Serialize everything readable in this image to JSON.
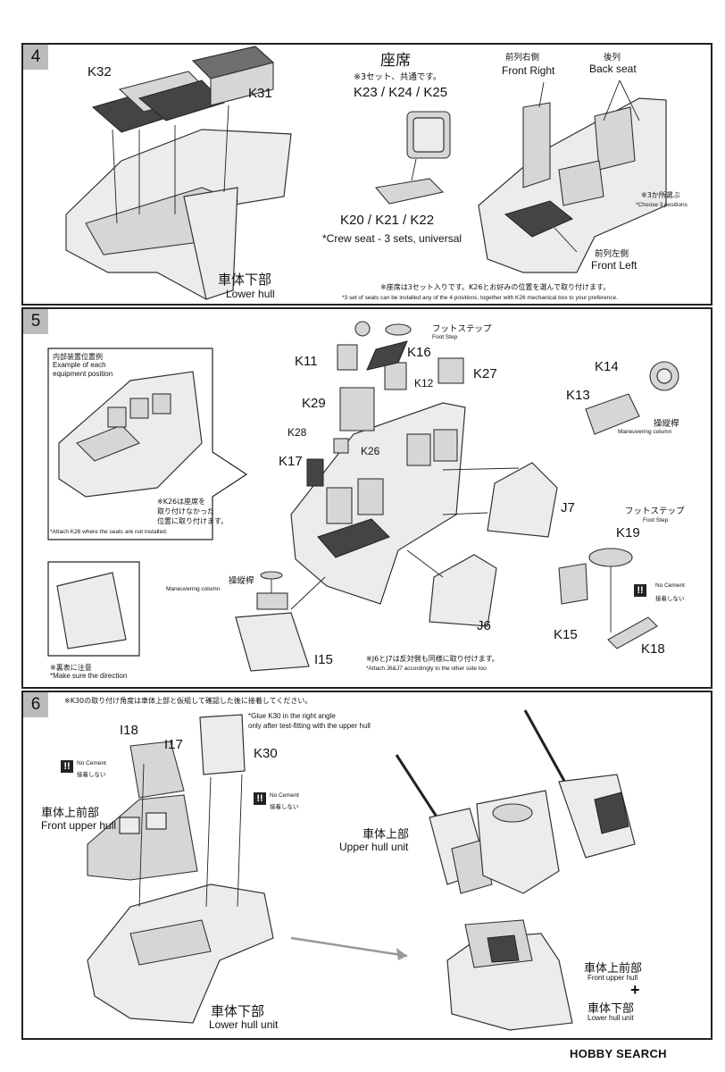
{
  "step4": {
    "number": "4",
    "parts": {
      "k32": "K32",
      "k31": "K31",
      "seat_parts_top": "K23 / K24 / K25",
      "seat_parts_bottom": "K20 / K21 / K22"
    },
    "seat_title_jp": "座席",
    "seat_note_jp": "※3セット、共通です。",
    "crew_seat_en": "*Crew seat - 3 sets, universal",
    "front_right_jp": "前列右側",
    "front_right_en": "Front Right",
    "back_seat_jp": "後列",
    "back_seat_en": "Back seat",
    "choose_jp": "※3か所選ぶ",
    "choose_en": "*Choose 3 positions",
    "front_left_jp": "前列左側",
    "front_left_en": "Front Left",
    "lower_hull_jp": "車体下部",
    "lower_hull_en": "Lower hull",
    "note_jp": "※座席は3セット入りです。K26とお好みの位置を選んで取り付けます。",
    "note_en": "*3 set of seats can be installed any of the 4 positions, together with K26 mechanical box to your preference."
  },
  "step5": {
    "number": "5",
    "inset_title_jp": "内部装置位置例",
    "inset_title_en1": "Example of each",
    "inset_title_en2": "equipment position",
    "k26_note_jp1": "※K26は座席を",
    "k26_note_jp2": "取り付けなかった",
    "k26_note_jp3": "位置に取り付けます。",
    "k26_note_en": "*Attach K26 where the seats are not installed.",
    "direction_jp": "※裏表に注意",
    "direction_en": "*Make sure the direction",
    "foot_step_jp": "フットステップ",
    "foot_step_en": "Foot Step",
    "maneuver_jp": "操縦桿",
    "maneuver_en": "Maneuvering column",
    "no_cement_en": "No Cement",
    "no_cement_jp": "接着しない",
    "mirror_note_jp": "※J6とJ7は反対側も同様に取り付けます。",
    "mirror_note_en": "*Attach J6&J7 accordingly to the other side too",
    "parts": {
      "k16": "K16",
      "k11": "K11",
      "k27": "K27",
      "k12": "K12",
      "k29": "K29",
      "k28": "K28",
      "k26": "K26",
      "k17": "K17",
      "j7": "J7",
      "j6": "J6",
      "i15": "I15",
      "k14": "K14",
      "k13": "K13",
      "k19": "K19",
      "k15": "K15",
      "k18": "K18"
    }
  },
  "step6": {
    "number": "6",
    "note_jp": "※K30の取り付け角度は車体上部と仮組して確認した後に接着してください。",
    "note_en1": "*Glue K30 in the right angle",
    "note_en2": "only after test-fitting with the upper hull",
    "parts": {
      "i18": "I18",
      "i17": "I17",
      "k30": "K30"
    },
    "no_cement_en": "No Cement",
    "no_cement_jp": "接着しない",
    "front_upper_jp": "車体上前部",
    "front_upper_en": "Front upper hull",
    "lower_unit_jp": "車体下部",
    "lower_unit_en": "Lower hull unit",
    "upper_unit_jp": "車体上部",
    "upper_unit_en": "Upper hull unit",
    "combo_jp1": "車体上前部",
    "combo_en1": "Front upper hull",
    "plus": "+",
    "combo_jp2": "車体下部",
    "combo_en2": "Lower hull unit"
  },
  "footer": {
    "logo": "HOBBY SEARCH"
  }
}
